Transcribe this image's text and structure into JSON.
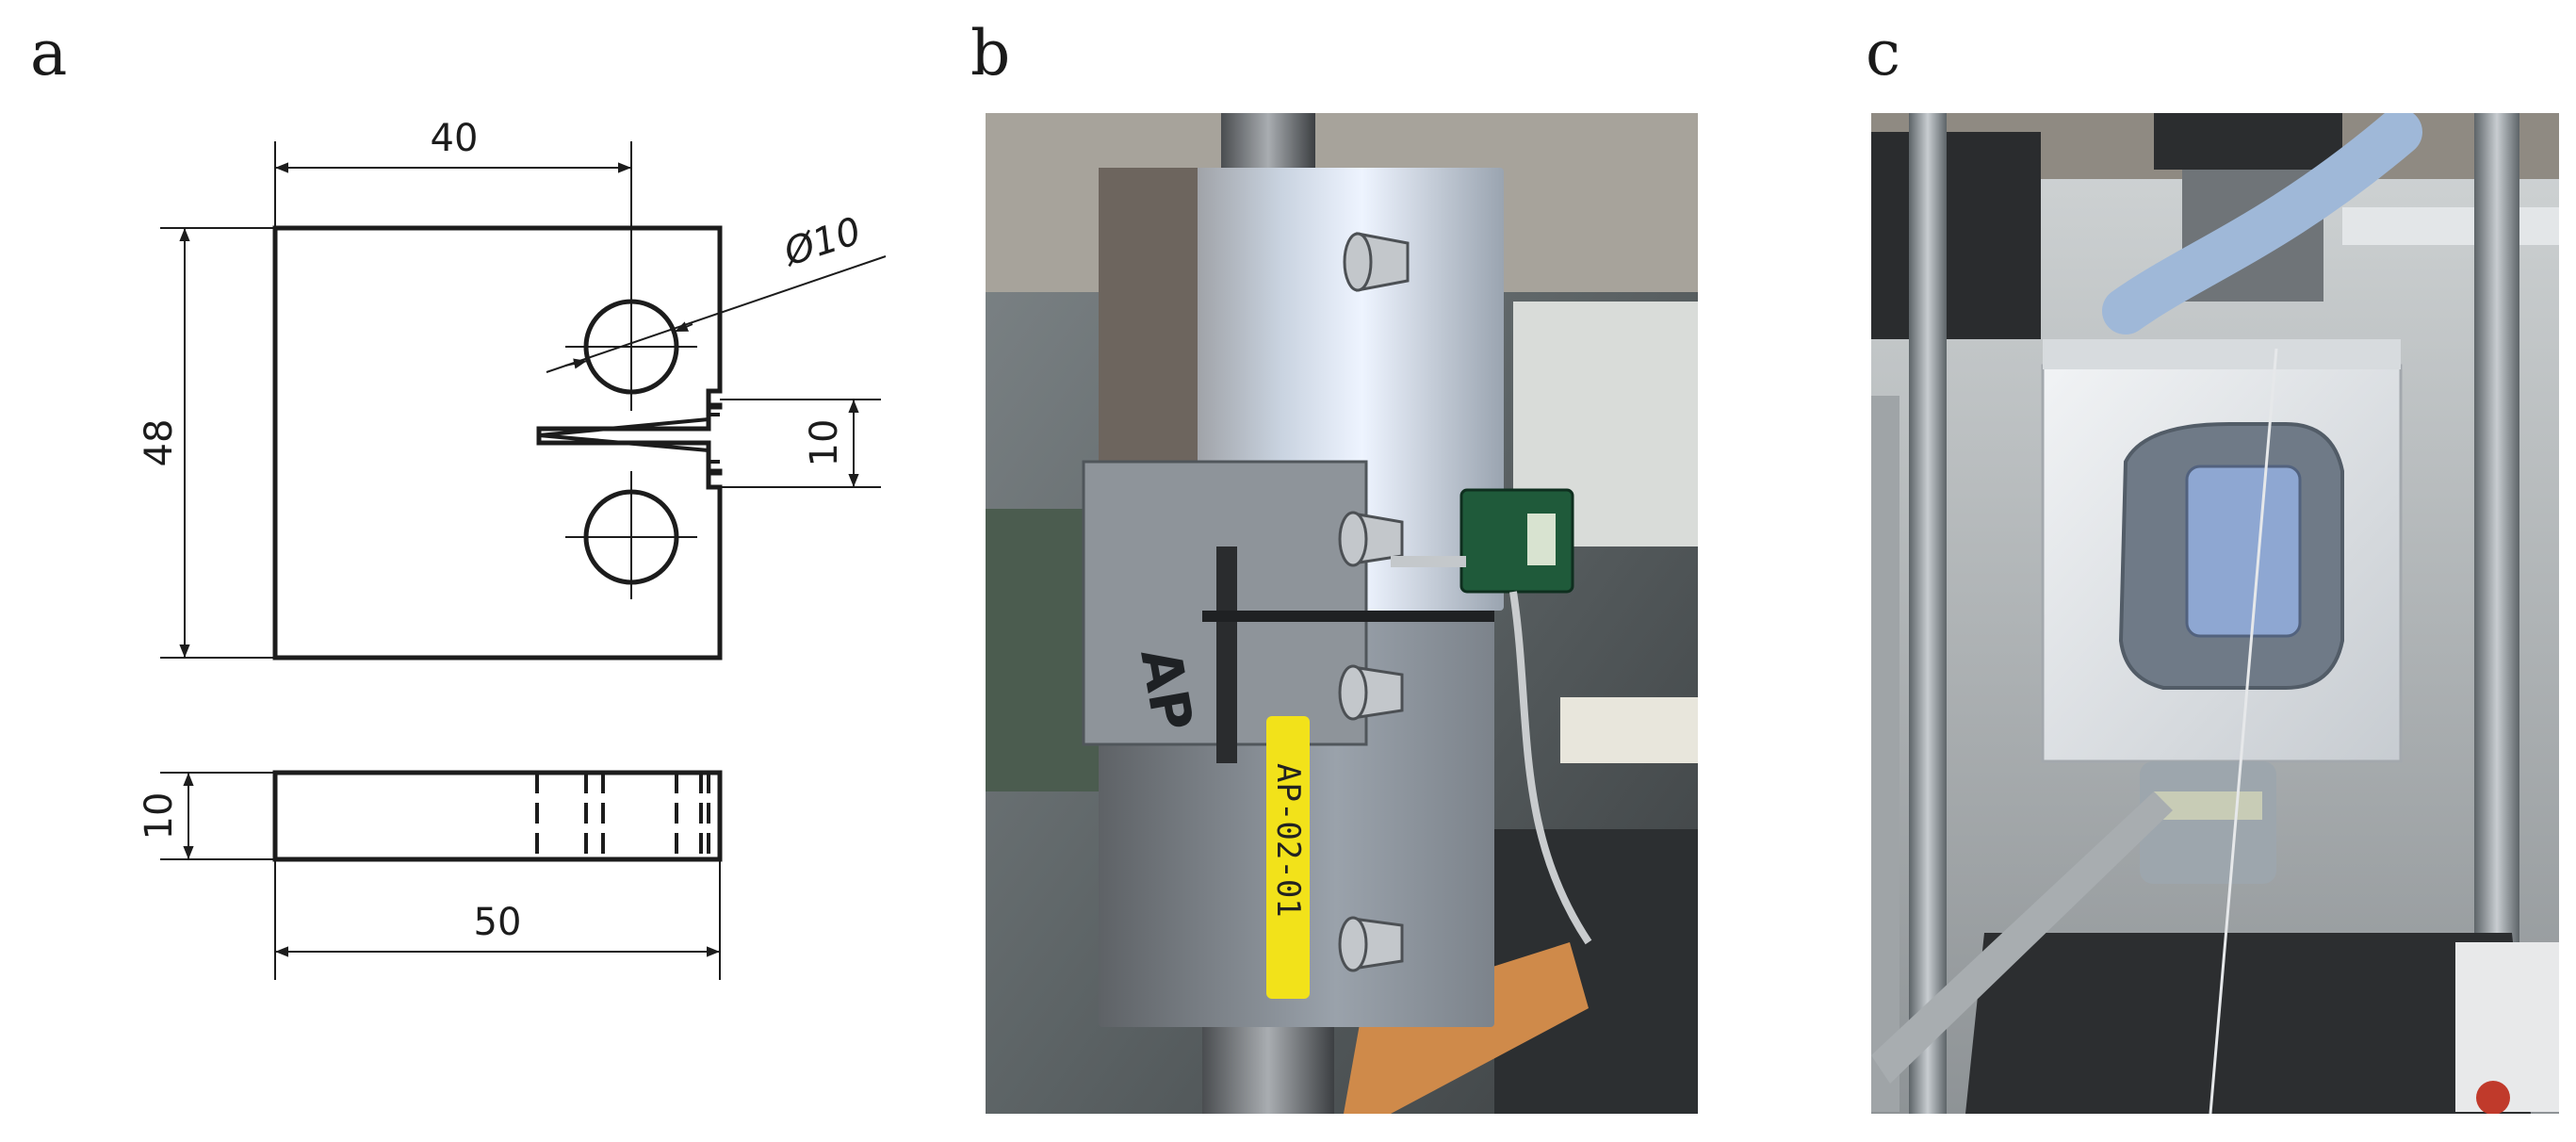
{
  "panels": {
    "a": {
      "letter": "a",
      "dimensions": {
        "width_top": "40",
        "height": "48",
        "hole_diameter": "Ø10",
        "slot": "10",
        "thickness": "10",
        "width_bottom": "50"
      }
    },
    "b": {
      "letter": "b",
      "specimen_label": "AP-02-01",
      "specimen_marking": "AP"
    },
    "c": {
      "letter": "c"
    }
  },
  "colors": {
    "line": "#1c1c1c",
    "steel": "#9aa2ab",
    "sensor_green": "#1f5a3a",
    "label_yellow": "#f2e21a",
    "chamber_white": "#e8ebee",
    "hose_blue": "#9fb8d8",
    "orange_table": "#cf8a4a"
  }
}
